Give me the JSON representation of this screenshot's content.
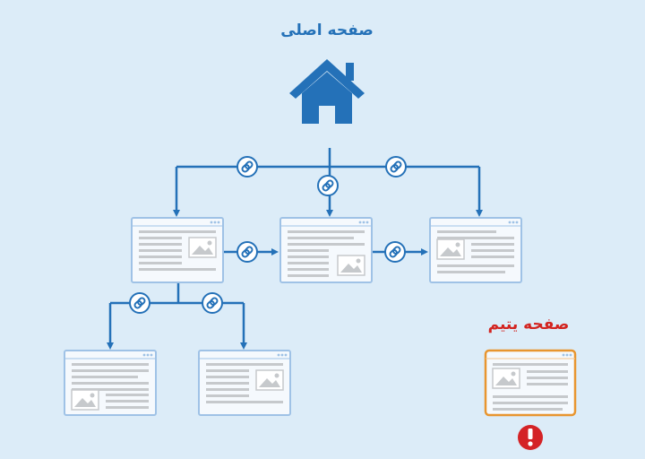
{
  "home": {
    "title": "صفحه اصلی",
    "icon": "house-icon"
  },
  "orphan": {
    "title": "صفحه یتیم",
    "icon": "exclamation-icon"
  },
  "link_icon": "chain-link-icon",
  "pages": [
    "page-left",
    "page-center",
    "page-right",
    "page-bottom-left",
    "page-bottom-center",
    "page-orphan"
  ],
  "colors": {
    "background": "#dcecf8",
    "accent": "#2471b8",
    "page_border": "#9fc2e6",
    "page_bg": "#f5f9fd",
    "content_gray": "#c6c9cc",
    "orphan_border": "#e8952f",
    "alert": "#d42326"
  }
}
